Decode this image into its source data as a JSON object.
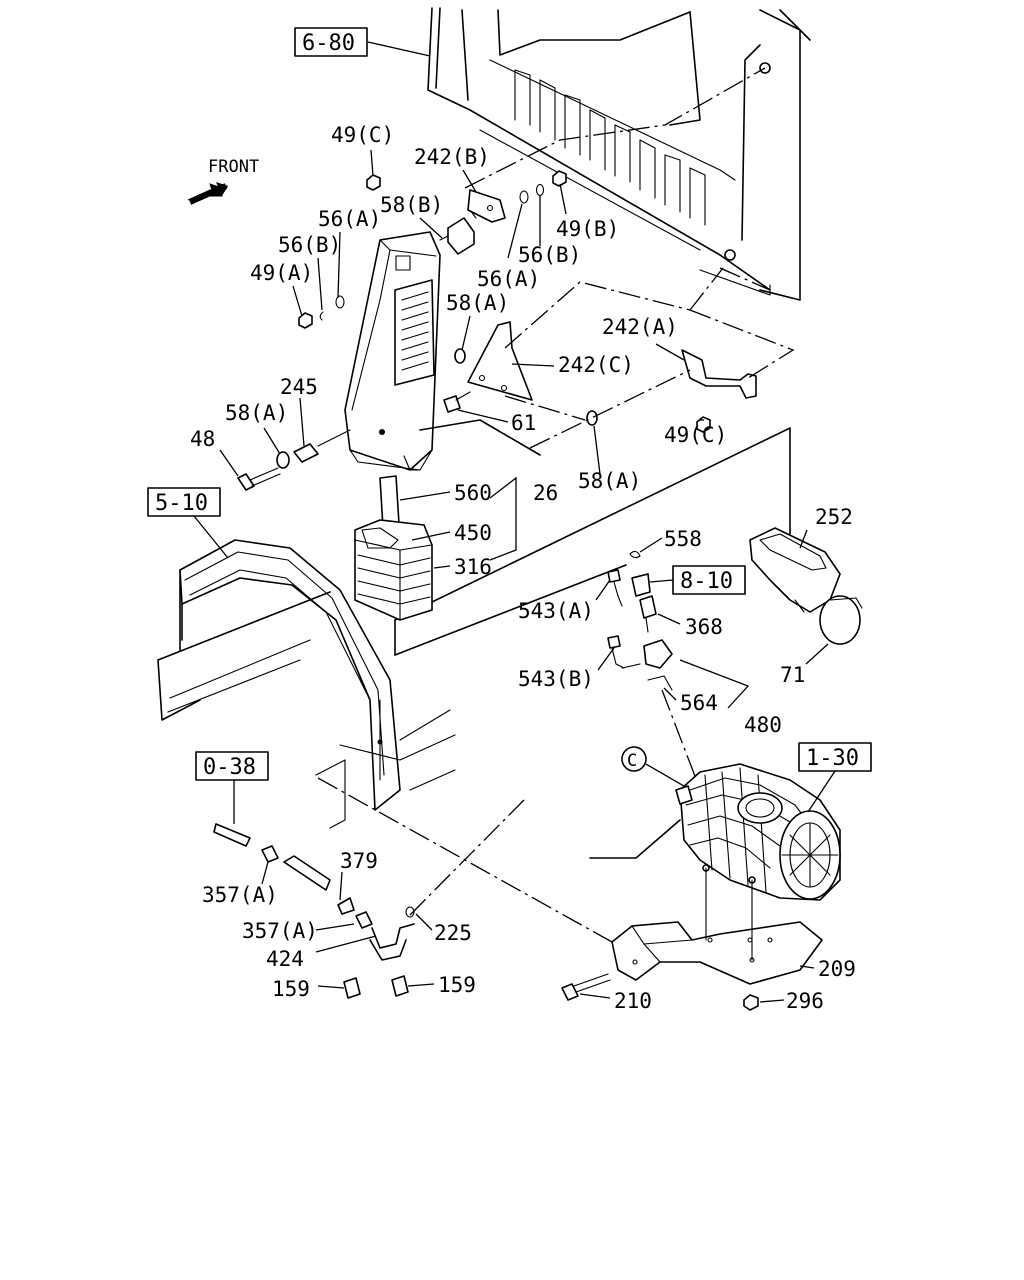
{
  "ref_boxes": [
    {
      "id": "ref-6-80",
      "label": "6-80"
    },
    {
      "id": "ref-5-10",
      "label": "5-10"
    },
    {
      "id": "ref-8-10",
      "label": "8-10"
    },
    {
      "id": "ref-1-30",
      "label": "1-30"
    },
    {
      "id": "ref-0-38",
      "label": "0-38"
    }
  ],
  "front_label": "FRONT",
  "circle_marker": "C",
  "callouts": [
    {
      "id": "c-49c-top",
      "label": "49(C)"
    },
    {
      "id": "c-242b",
      "label": "242(B)"
    },
    {
      "id": "c-58b",
      "label": "58(B)"
    },
    {
      "id": "c-56a-left",
      "label": "56(A)"
    },
    {
      "id": "c-56b-left",
      "label": "56(B)"
    },
    {
      "id": "c-49a",
      "label": "49(A)"
    },
    {
      "id": "c-49b",
      "label": "49(B)"
    },
    {
      "id": "c-56b-mid",
      "label": "56(B)"
    },
    {
      "id": "c-56a-mid",
      "label": "56(A)"
    },
    {
      "id": "c-58a-upper",
      "label": "58(A)"
    },
    {
      "id": "c-242a",
      "label": "242(A)"
    },
    {
      "id": "c-242c",
      "label": "242(C)"
    },
    {
      "id": "c-245",
      "label": "245"
    },
    {
      "id": "c-58a-left",
      "label": "58(A)"
    },
    {
      "id": "c-61",
      "label": "61"
    },
    {
      "id": "c-48",
      "label": "48"
    },
    {
      "id": "c-49c-right",
      "label": "49(C)"
    },
    {
      "id": "c-560",
      "label": "560"
    },
    {
      "id": "c-26",
      "label": "26"
    },
    {
      "id": "c-58a-lower",
      "label": "58(A)"
    },
    {
      "id": "c-450",
      "label": "450"
    },
    {
      "id": "c-316",
      "label": "316"
    },
    {
      "id": "c-252",
      "label": "252"
    },
    {
      "id": "c-558",
      "label": "558"
    },
    {
      "id": "c-543a",
      "label": "543(A)"
    },
    {
      "id": "c-368",
      "label": "368"
    },
    {
      "id": "c-71",
      "label": "71"
    },
    {
      "id": "c-543b",
      "label": "543(B)"
    },
    {
      "id": "c-564",
      "label": "564"
    },
    {
      "id": "c-480",
      "label": "480"
    },
    {
      "id": "c-379",
      "label": "379"
    },
    {
      "id": "c-357a-1",
      "label": "357(A)"
    },
    {
      "id": "c-357a-2",
      "label": "357(A)"
    },
    {
      "id": "c-225",
      "label": "225"
    },
    {
      "id": "c-424",
      "label": "424"
    },
    {
      "id": "c-159-left",
      "label": "159"
    },
    {
      "id": "c-159-right",
      "label": "159"
    },
    {
      "id": "c-209",
      "label": "209"
    },
    {
      "id": "c-210",
      "label": "210"
    },
    {
      "id": "c-296",
      "label": "296"
    }
  ]
}
